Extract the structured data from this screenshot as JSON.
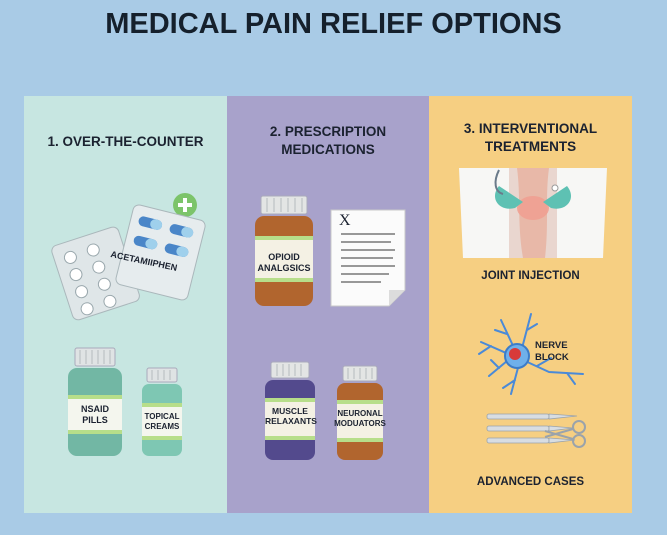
{
  "title": "MEDICAL PAIN RELIEF OPTIONS",
  "panels": [
    {
      "heading": "1. OVER-THE-COUNTER",
      "blister_label": "ACETAMIIPHEN",
      "bottles": [
        "NSAID PILLS",
        "TOPICAL CREAMS"
      ]
    },
    {
      "heading_line1": "2. PRESCRIPTION",
      "heading_line2": "MEDICATIONS",
      "bottles": [
        "OPIOID ANALGSICS",
        "MUSCLE RELAXANTS",
        "NEURONAL MODUATORS"
      ],
      "rx_symbol": "X"
    },
    {
      "heading_line1": "3. INTERVENTIONAL",
      "heading_line2": "TREATMENTS",
      "items": [
        "JOINT INJECTION",
        "NERVE BLOCK",
        "ADVANCED CASES"
      ]
    }
  ],
  "colors": {
    "background": "#a9cbe6",
    "panel1": "#c7e6e1",
    "panel2": "#a8a2cb",
    "panel3": "#f6cf82"
  },
  "icons": [
    "plus-icon",
    "blister-pack-icon",
    "pill-bottle-icon",
    "prescription-paper-icon",
    "knee-joint-icon",
    "nerve-cell-icon",
    "scalpel-icon",
    "scissors-icon"
  ]
}
